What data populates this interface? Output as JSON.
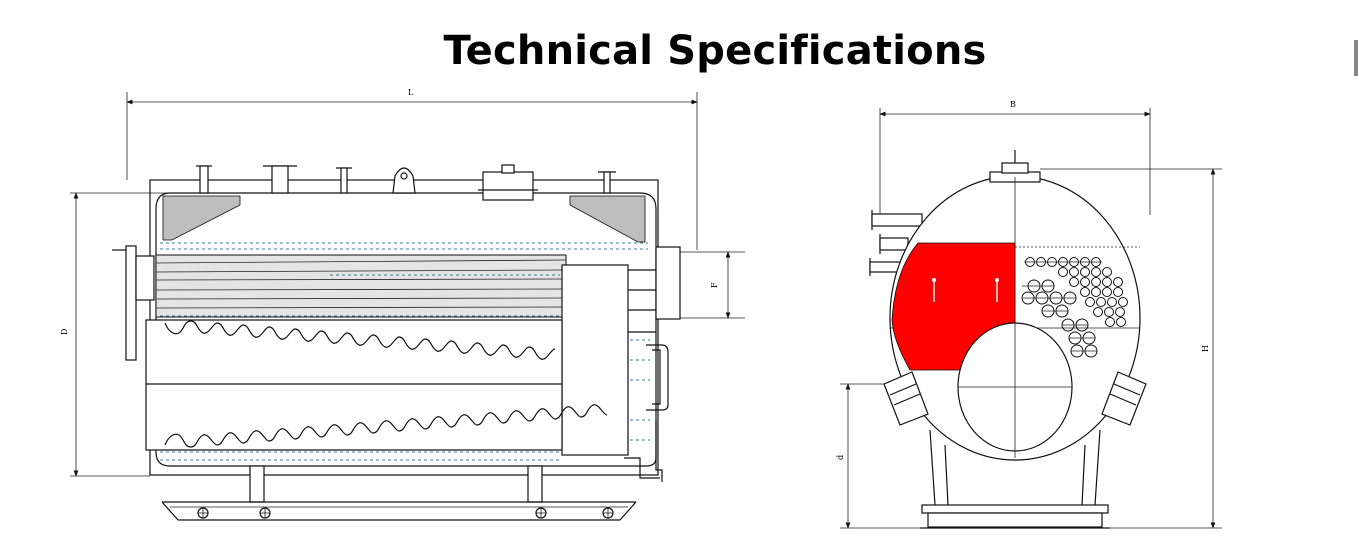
{
  "title": "Technical Specifications",
  "side_view": {
    "dimension_labels": {
      "length": "L",
      "diameter": "D",
      "flue": "F"
    }
  },
  "front_view": {
    "dimension_labels": {
      "width": "B",
      "height": "H",
      "foot": "d"
    },
    "highlight_color": "#ff0000"
  }
}
